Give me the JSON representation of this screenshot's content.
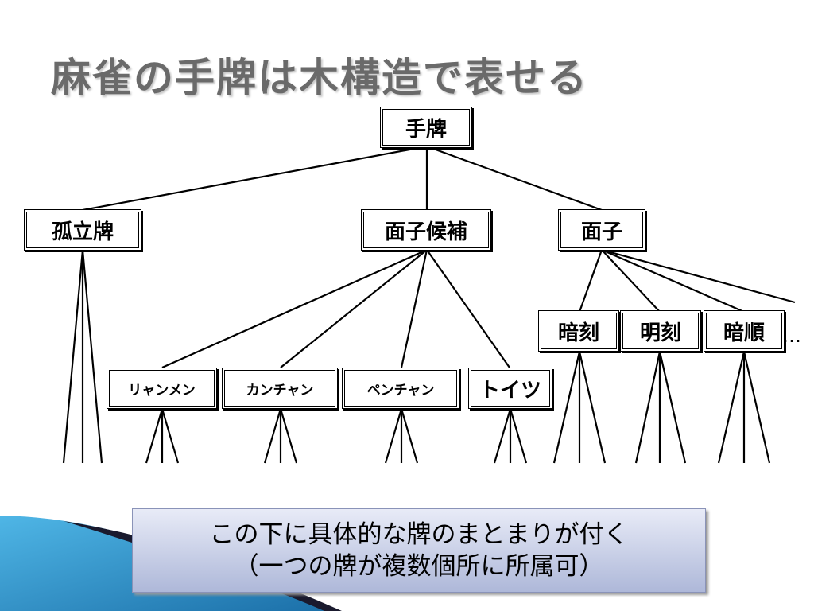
{
  "title": "麻雀の手牌は木構造で表せる",
  "tree": {
    "root": "手牌",
    "level1": [
      "孤立牌",
      "面子候補",
      "面子"
    ],
    "mentsu_kouho_children": [
      "リャンメン",
      "カンチャン",
      "ペンチャン",
      "トイツ"
    ],
    "mentsu_children": [
      "暗刻",
      "明刻",
      "暗順"
    ],
    "more": "…"
  },
  "note": {
    "line1": "この下に具体的な牌のまとまりが付く",
    "line2": "（一つの牌が複数個所に所属可）"
  },
  "colors": {
    "title_text": "#6a6a6a",
    "note_bg_top": "#e8ebf7",
    "note_bg_bottom": "#aeb8d9",
    "deco_blue": "#2a8fc8",
    "deco_dark": "#1a1a2e"
  }
}
